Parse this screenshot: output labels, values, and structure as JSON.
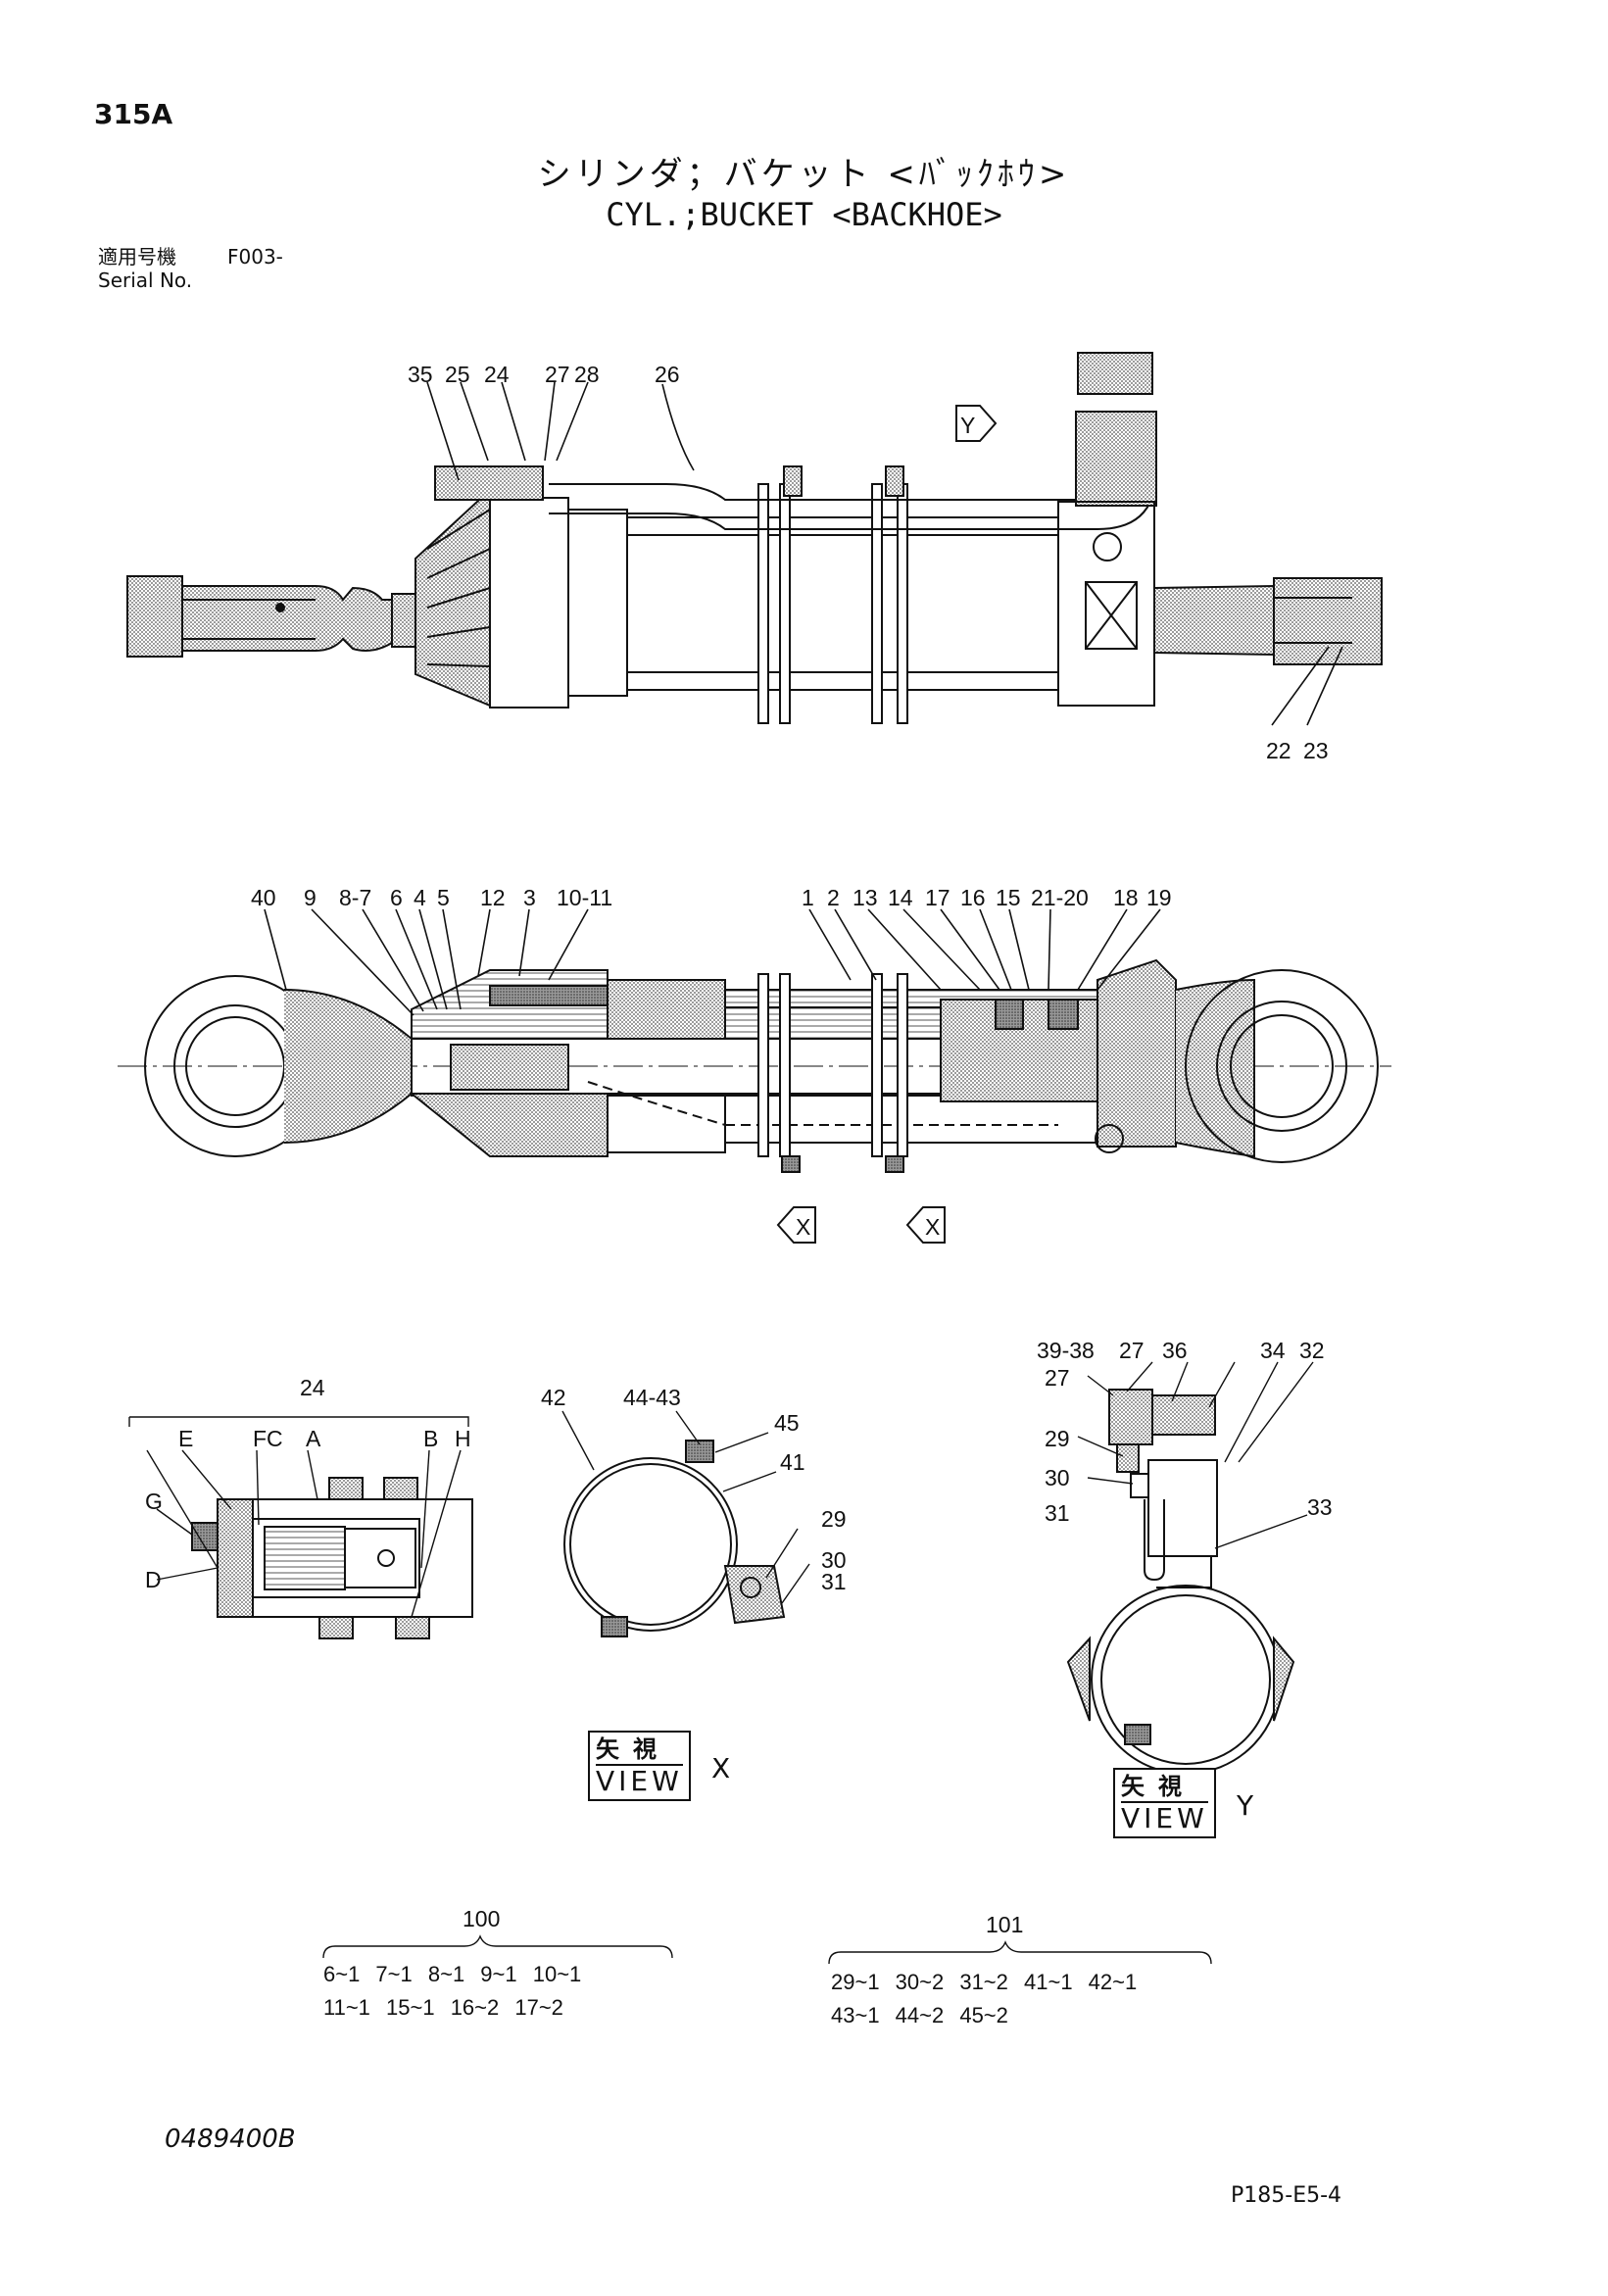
{
  "header": {
    "page_no": "315A",
    "title_jp": "シリンダ；バケット <ﾊﾞｯｸﾎｳ>",
    "title_en": "CYL.;BUCKET <BACKHOE>",
    "serial_label_jp": "適用号機",
    "serial_label_en": "Serial No.",
    "serial_value": "F003-"
  },
  "top_view": {
    "callouts": [
      "35",
      "25",
      "24",
      "27",
      "28",
      "26",
      "22",
      "23"
    ],
    "view_marker": "Y"
  },
  "section_view": {
    "callouts": [
      "40",
      "9",
      "8-7",
      "6",
      "4",
      "5",
      "12",
      "3",
      "10-11",
      "1",
      "2",
      "13",
      "14",
      "17",
      "16",
      "15",
      "21-20",
      "18",
      "19"
    ],
    "view_markers": [
      "X",
      "X"
    ]
  },
  "detail_block": {
    "title": "24",
    "letters": [
      "E",
      "FC",
      "A",
      "B",
      "H",
      "G",
      "D"
    ]
  },
  "view_x": {
    "callouts": [
      "42",
      "44-43",
      "45",
      "41",
      "29",
      "30",
      "31"
    ],
    "label_jp": "矢視",
    "label_en": "VIEW",
    "letter": "X"
  },
  "view_y": {
    "callouts": [
      "39-38",
      "27",
      "36",
      "34",
      "32",
      "27",
      "29",
      "30",
      "31",
      "33"
    ],
    "label_jp": "矢視",
    "label_en": "VIEW",
    "letter": "Y"
  },
  "kits": [
    {
      "number": "100",
      "rows": [
        "6~1  7~1  8~1  9~1  10~1",
        "11~1  15~1  16~2  17~2"
      ]
    },
    {
      "number": "101",
      "rows": [
        "29~1  30~2  31~2  41~1  42~1",
        "43~1  44~2  45~2"
      ]
    }
  ],
  "footer": {
    "drawing_no": "0489400B",
    "page_code": "P185-E5-4"
  }
}
